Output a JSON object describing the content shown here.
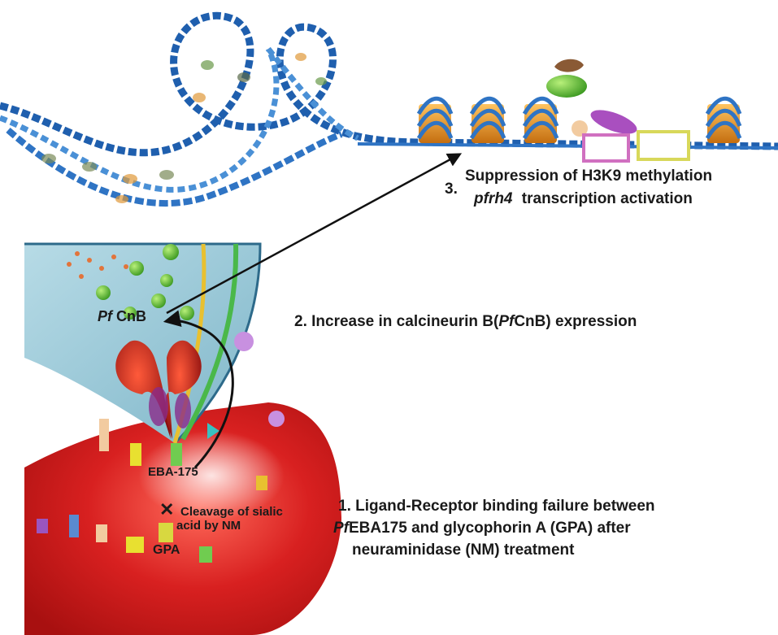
{
  "labels": {
    "step3_number": "3.",
    "step3_line1": "Suppression of H3K9 methylation",
    "step3_gene": "pfrh4",
    "step3_line2_rest": "transcription activation",
    "step2_prefix": "2. Increase in calcineurin B(",
    "step2_pf": "Pf",
    "step2_cnb": "CnB",
    "step2_suffix": ") expression",
    "step1_line1": "1. Ligand-Receptor binding failure between",
    "step1_pf": "Pf",
    "step1_line2_rest": "EBA175 and glycophorin A (GPA) after",
    "step1_line3": "neuraminidase (NM) treatment",
    "pfcnb_pf": "Pf",
    "pfcnb_cnb": "CnB",
    "eba175": "EBA-175",
    "cleavage_mark": "✕",
    "cleavage_line1": "Cleavage of sialic",
    "cleavage_line2": "acid by NM",
    "gpa": "GPA"
  },
  "colors": {
    "rbc": "#d61f1f",
    "merozoite": "#8fc6d8",
    "chromatin": "#2f74c4",
    "histone": "#e69a22",
    "arrow": "#111111"
  }
}
